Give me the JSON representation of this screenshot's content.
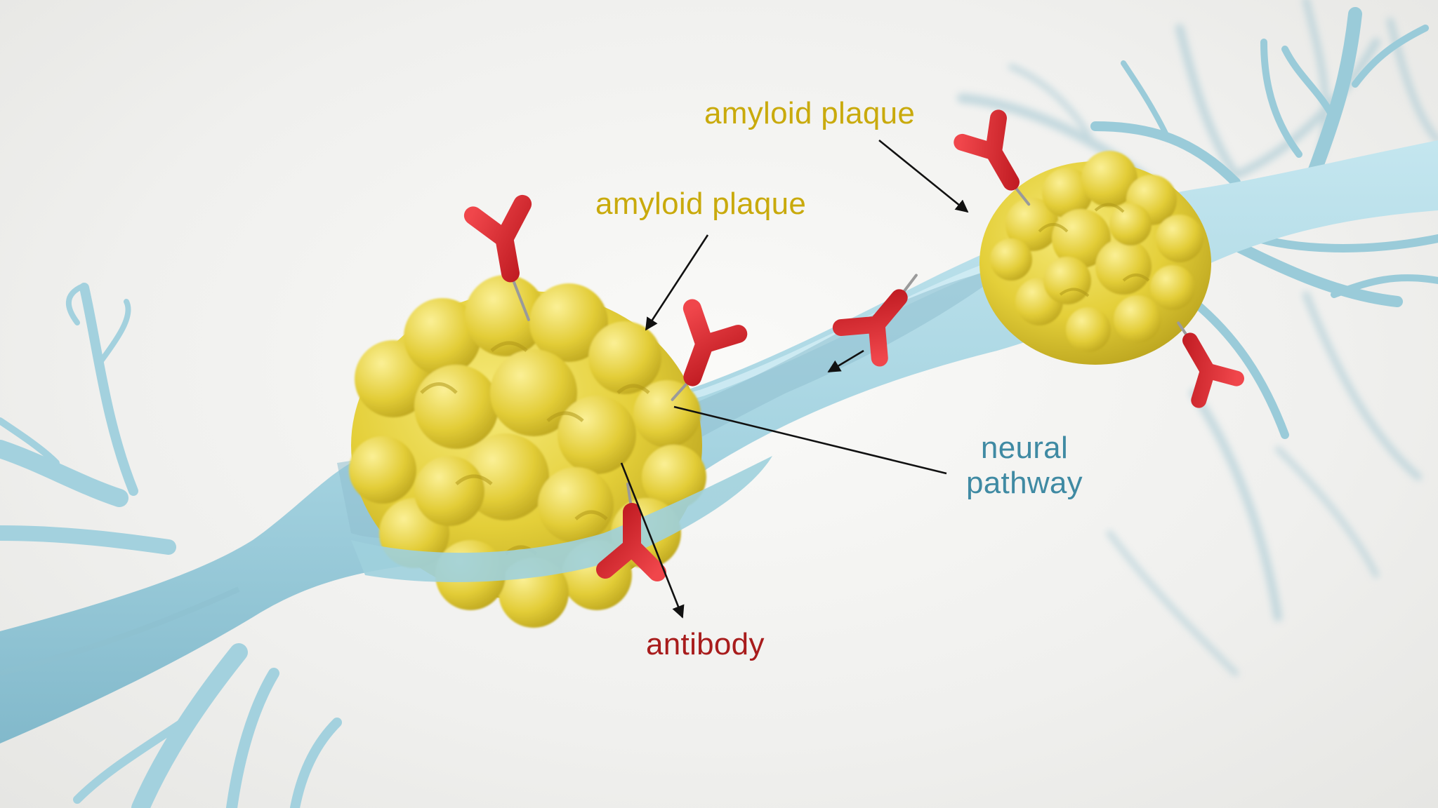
{
  "labels": {
    "plaque_left": "amyloid plaque",
    "plaque_right": "amyloid plaque",
    "neural_line1": "neural",
    "neural_line2": "pathway",
    "antibody": "antibody"
  },
  "colors": {
    "plaque_text": "#c9aa0c",
    "neural_text": "#3f8aa3",
    "antibody_text": "#a81c1c",
    "plaque_fill": "#e6d23c",
    "plaque_shadow": "#b59f1c",
    "neuron_fill": "#a9d6e2",
    "neuron_shadow": "#7fb6c8",
    "antibody_fill": "#d8232a",
    "arrow": "#111111"
  }
}
